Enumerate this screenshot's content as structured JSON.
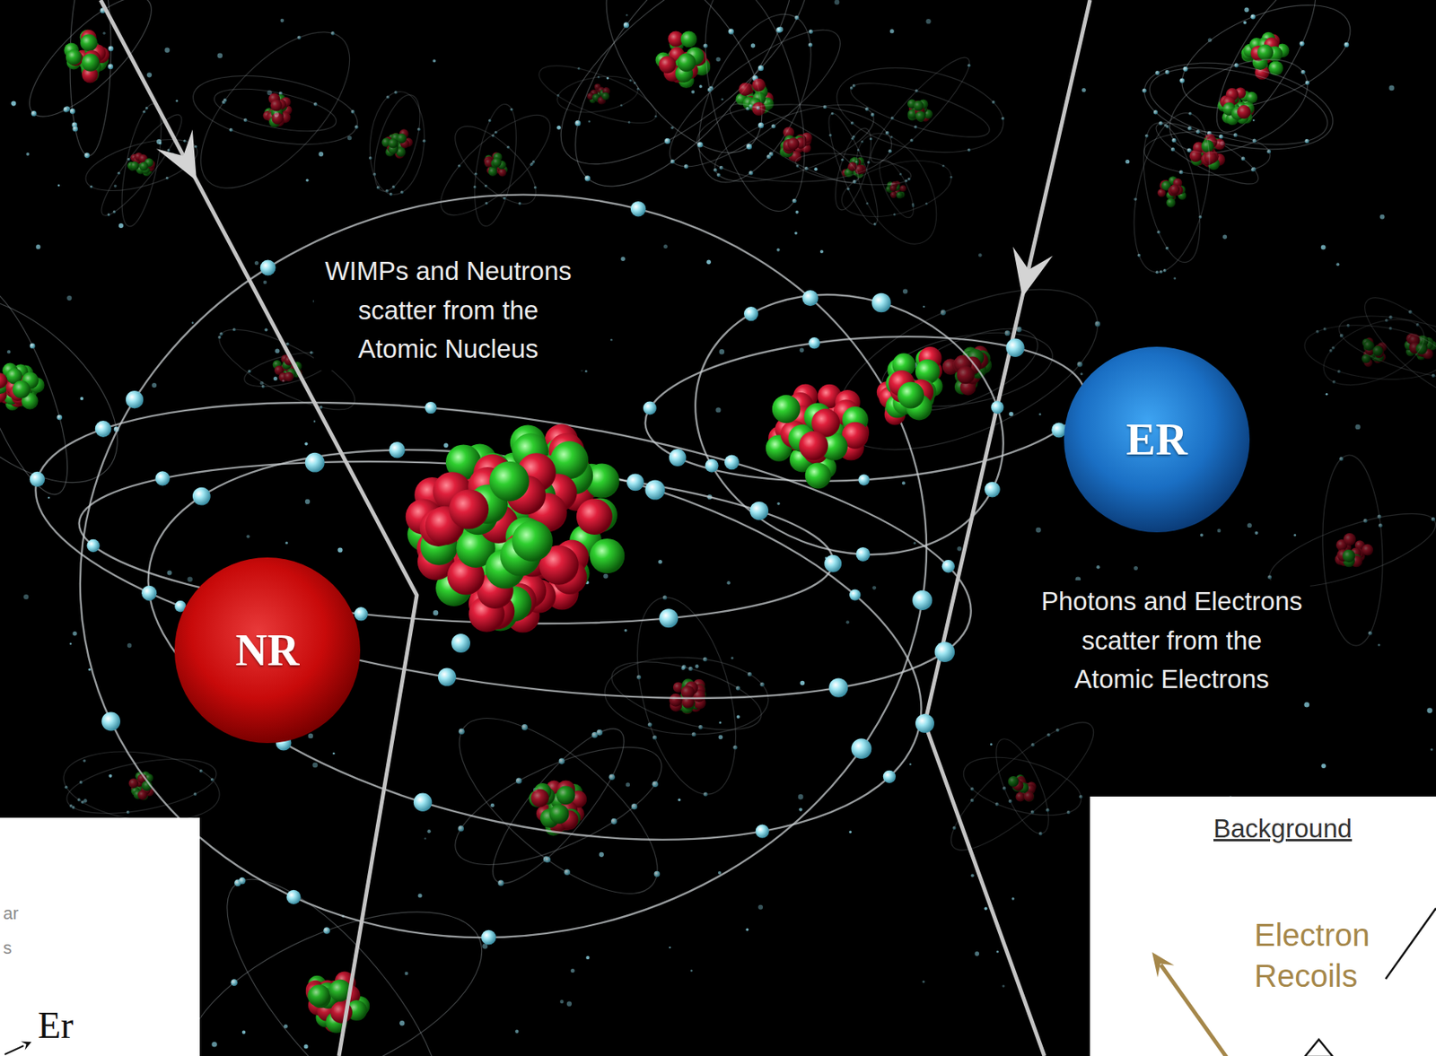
{
  "diagram": {
    "nodes": [
      {
        "text": [
          "ER"
        ]
      },
      {
        "text": [
          "NR"
        ]
      },
      {
        "text": [
          "ar s",
          "Er"
        ]
      },
      {
        "text": [
          "Background",
          "Electron Recoils"
        ]
      }
    ],
    "labels": [
      "WIMPs and Neutrons scatter from the Atomic Nucleus",
      "Photons and Electrons scatter from the Atomic Electrons"
    ]
  }
}
